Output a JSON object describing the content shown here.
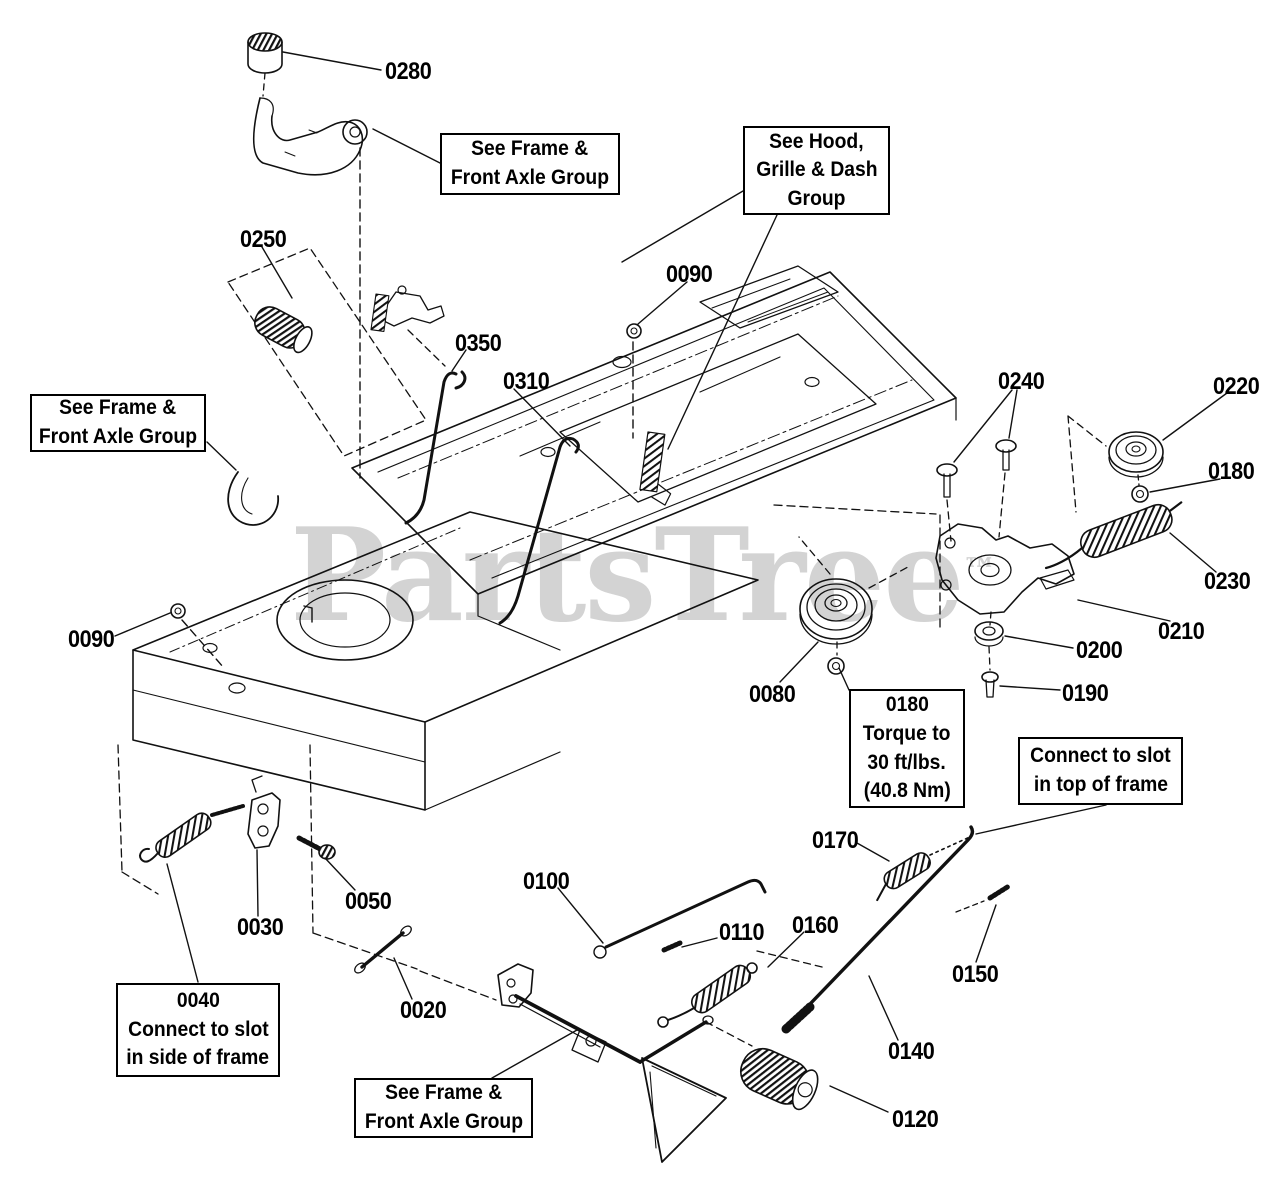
{
  "watermark": {
    "text": "PartsTree",
    "tm": "™"
  },
  "part_labels": {
    "p0280": "0280",
    "p0250": "0250",
    "p0350": "0350",
    "p0310": "0310",
    "p0090_top": "0090",
    "p0240": "0240",
    "p0220": "0220",
    "p0180": "0180",
    "p0230": "0230",
    "p0210": "0210",
    "p0200": "0200",
    "p0190": "0190",
    "p0080": "0080",
    "p0170": "0170",
    "p0090_left": "0090",
    "p0030": "0030",
    "p0050": "0050",
    "p0020": "0020",
    "p0100": "0100",
    "p0110": "0110",
    "p0160": "0160",
    "p0150": "0150",
    "p0140": "0140",
    "p0120": "0120"
  },
  "callouts": {
    "frame_top": {
      "line1": "See Frame &",
      "line2": "Front Axle Group"
    },
    "hood": {
      "line1": "See Hood,",
      "line2": "Grille & Dash",
      "line3": "Group"
    },
    "frame_left": {
      "line1": "See Frame &",
      "line2": "Front Axle Group"
    },
    "torque": {
      "line1": "0180",
      "line2": "Torque to",
      "line3": "30 ft/lbs.",
      "line4": "(40.8 Nm)"
    },
    "slot_top": {
      "line1": "Connect to slot",
      "line2": "in top of frame"
    },
    "slot_side": {
      "line1": "0040",
      "line2": "Connect to slot",
      "line3": "in side of frame"
    },
    "frame_bottom": {
      "line1": "See Frame &",
      "line2": "Front Axle Group"
    }
  },
  "colors": {
    "line": "#111111",
    "watermark": "#d3d3d3",
    "background": "#ffffff"
  }
}
